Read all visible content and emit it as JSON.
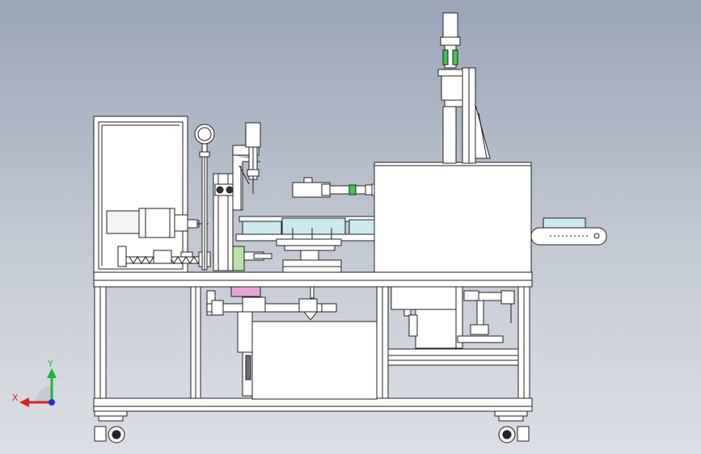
{
  "viewport": {
    "type": "cad-orthographic-front-view",
    "background_top": "#9aa5b8",
    "background_bottom": "#dcdfe5",
    "line_color": "#202020",
    "part_fill": "#ffffff",
    "accent_cyan": "#cbe9ee",
    "accent_green": "#3ec850",
    "accent_pink": "#e6a6d8",
    "accent_lightgreen": "#b9e3a8",
    "dark_steel": "#555d66"
  },
  "triad": {
    "icon": "coordinate-axes-icon",
    "x_label": "X",
    "y_label": "Y",
    "x_color": "#e02020",
    "y_color": "#18b838",
    "z_color": "#2030d0"
  }
}
